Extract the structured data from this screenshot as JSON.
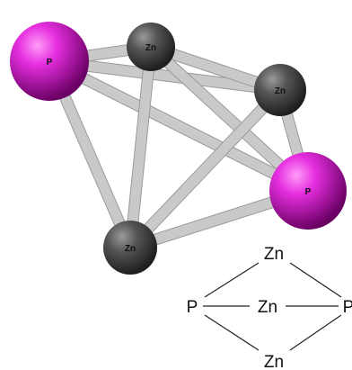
{
  "colors": {
    "phosphorus": "#d000c8",
    "zinc": "#555555",
    "bond": "#c9c9c9",
    "background": "#ffffff"
  },
  "model": {
    "atoms": [
      {
        "id": "p1",
        "element": "P"
      },
      {
        "id": "zn1",
        "element": "Zn"
      },
      {
        "id": "zn2",
        "element": "Zn"
      },
      {
        "id": "p2",
        "element": "P"
      },
      {
        "id": "zn3",
        "element": "Zn"
      }
    ],
    "bonds": [
      [
        "p1",
        "zn1"
      ],
      [
        "p1",
        "zn2"
      ],
      [
        "p1",
        "zn3"
      ],
      [
        "p1",
        "p2"
      ],
      [
        "zn1",
        "zn2"
      ],
      [
        "zn1",
        "p2"
      ],
      [
        "zn1",
        "zn3"
      ],
      [
        "zn2",
        "p2"
      ],
      [
        "zn2",
        "zn3"
      ],
      [
        "zn3",
        "p2"
      ]
    ]
  },
  "scheme": {
    "zn_top": "Zn",
    "p_left": "P",
    "zn_mid": "Zn",
    "p_right": "P",
    "zn_bottom": "Zn"
  }
}
